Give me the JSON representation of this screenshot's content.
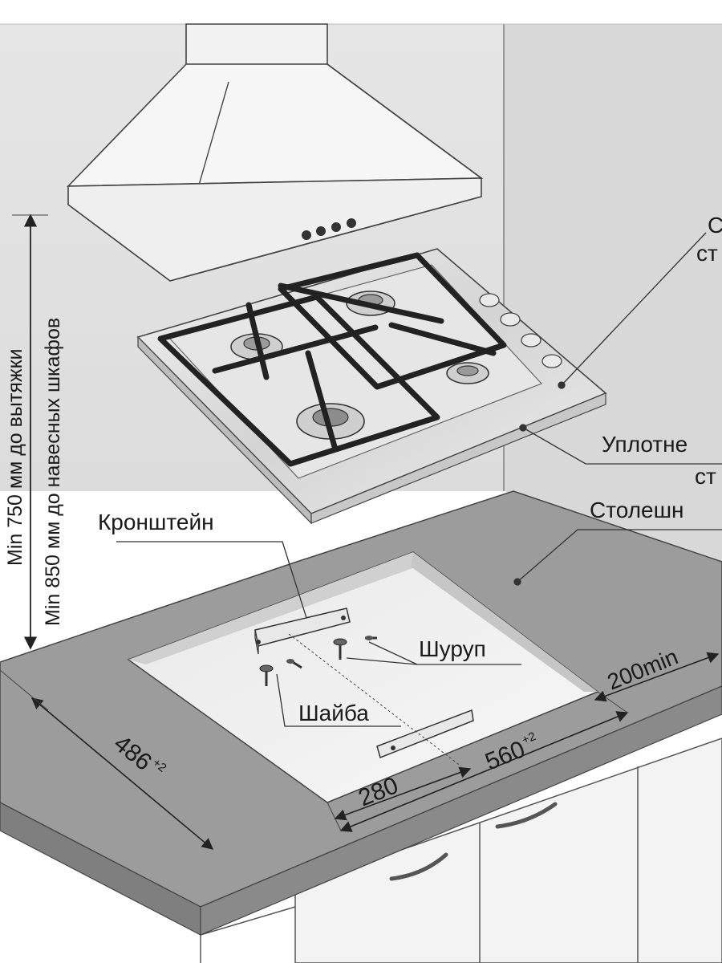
{
  "colors": {
    "wall": "#e3e3e3",
    "wall_right": "#d6d6d6",
    "countertop": "#9a9a9a",
    "cutout": "#f0f0f0",
    "hood": "#f4f4f4",
    "steel": "#dcdcdc",
    "grate": "#262626",
    "line": "#333333"
  },
  "labels": {
    "vertical_clearance_hood": "Min 750 мм до вытяжки",
    "vertical_clearance_cabinets": "Min 850 мм до навесных шкафов",
    "callout_top_partial": "С",
    "callout_top_partial_2": "ст",
    "seal": "Уплотне",
    "seal_2": "ст",
    "countertop": "Столешн",
    "bracket": "Кронштейн",
    "screw": "Шуруп",
    "washer": "Шайба"
  },
  "dimensions": {
    "depth": "486",
    "depth_tol": "+2",
    "width": "560",
    "width_tol": "+2",
    "half_width": "280",
    "back_clearance": "200min"
  }
}
